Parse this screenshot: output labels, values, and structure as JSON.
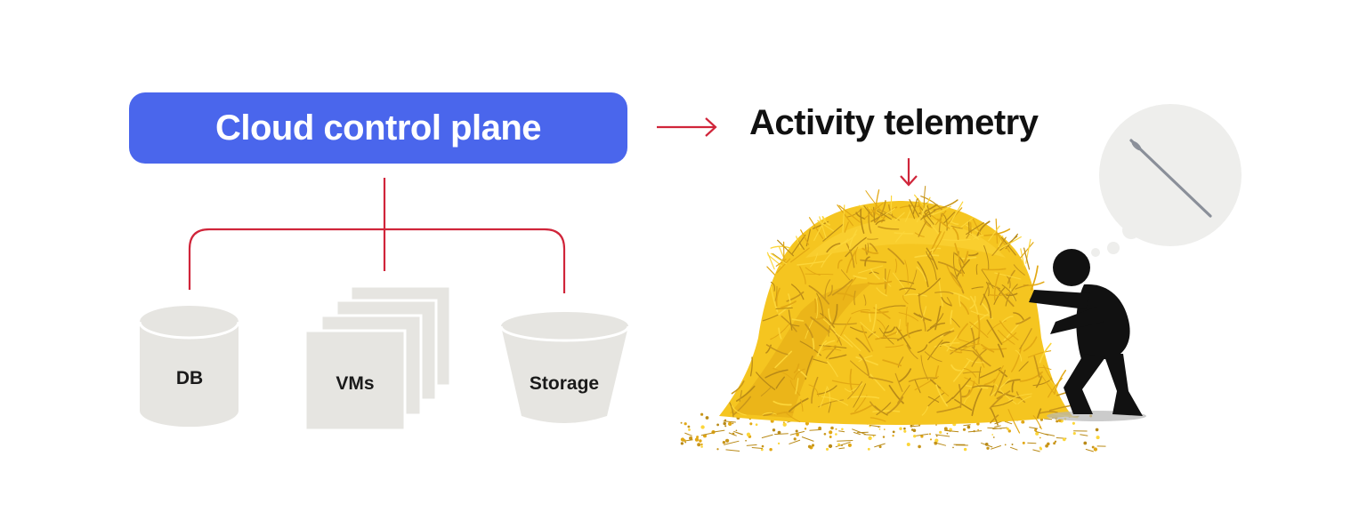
{
  "control_plane": {
    "label": "Cloud control plane",
    "color": "#4A66EC"
  },
  "telemetry": {
    "label": "Activity telemetry"
  },
  "resources": [
    {
      "label": "DB",
      "icon": "database-icon"
    },
    {
      "label": "VMs",
      "icon": "vm-stack-icon"
    },
    {
      "label": "Storage",
      "icon": "storage-bucket-icon"
    }
  ],
  "colors": {
    "connector": "#D0253A",
    "resource_fill": "#E6E5E1",
    "hay_dark": "#E2A814",
    "hay_mid": "#F5C520",
    "hay_light": "#FCD63A",
    "hay_strand": "#B98A17",
    "figure": "#111111",
    "bubble": "#EEEEEC",
    "needle": "#8A8F99"
  },
  "illustration": {
    "haystack": "haystack-icon",
    "person": "person-searching-icon",
    "thought": "thought-bubble-needle-icon"
  }
}
